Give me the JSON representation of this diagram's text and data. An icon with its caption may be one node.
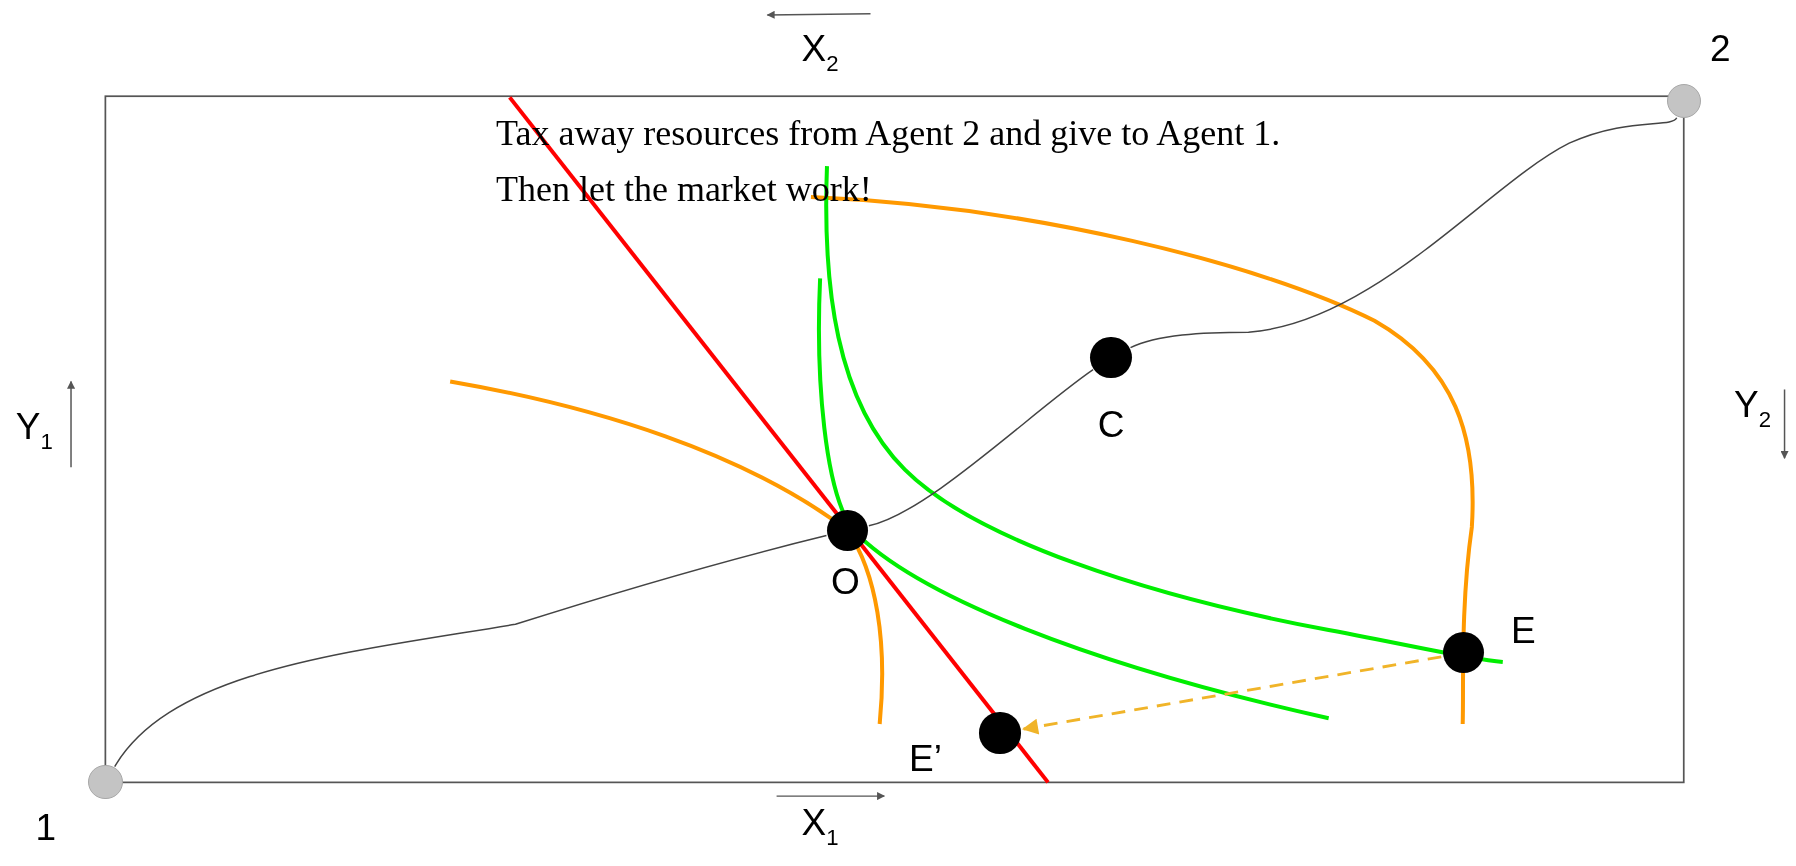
{
  "diagram": {
    "nodes": [
      {
        "text": [],
        "shape": "circle",
        "beside": [
          "2"
        ]
      },
      {
        "text": [],
        "shape": "circle",
        "beside": [
          "C"
        ]
      },
      {
        "text": [],
        "shape": "circle",
        "beside": [
          "O"
        ]
      },
      {
        "text": [],
        "shape": "circle",
        "beside": [
          "E"
        ]
      },
      {
        "text": [],
        "shape": "circle",
        "beside": [
          "E’"
        ]
      },
      {
        "text": [],
        "shape": "circle",
        "beside": [
          "1"
        ]
      }
    ],
    "edges": [
      {
        "from": 3,
        "to": 4,
        "arrow": "to",
        "style": "dashed",
        "color": "#f0b429"
      },
      {
        "from": 5,
        "to": 2,
        "arrow": "none",
        "color": "#444444"
      },
      {
        "from": 2,
        "to": 1,
        "arrow": "none",
        "color": "#444444"
      },
      {
        "from": 1,
        "to": 0,
        "arrow": "none",
        "color": "#444444"
      }
    ],
    "labels": [
      "X$_{2}$",
      "Tax away resources from Agent 2 and give to Agent 1. Then let the market work!",
      "Y$_{1}$",
      "Y$_{2}$",
      "X$_{1}$"
    ]
  }
}
